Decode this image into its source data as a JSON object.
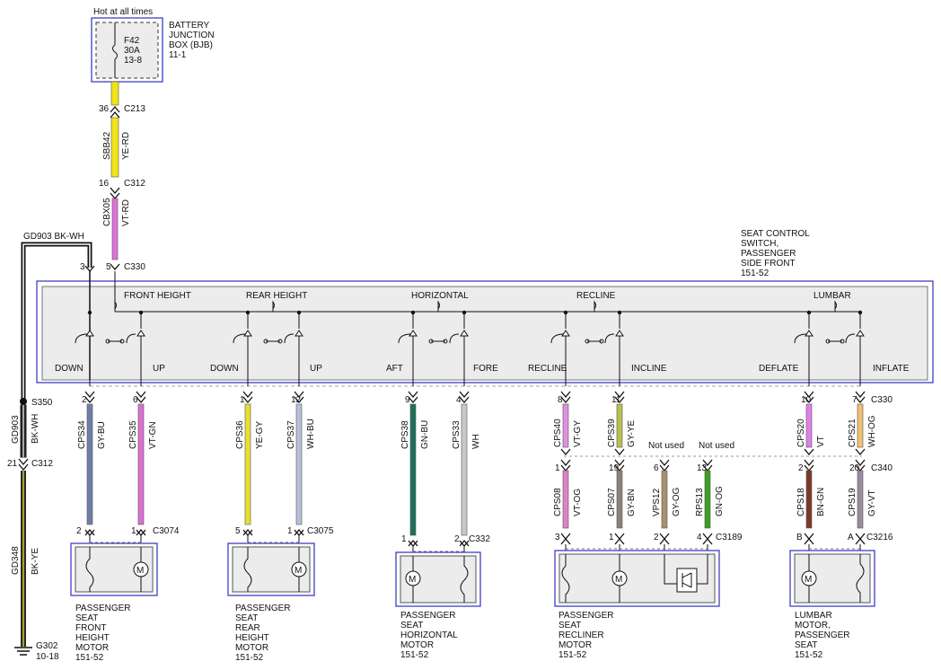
{
  "fuse_box": {
    "header": "Hot at all times",
    "fuse": [
      "F42",
      "30A",
      "13-8"
    ],
    "title": [
      "BATTERY",
      "JUNCTION",
      "BOX (BJB)",
      "11-1"
    ]
  },
  "feed": {
    "pin_top": "36",
    "conn_top": "C213",
    "circuit1": "SBB42",
    "color1": "YE-RD",
    "pin_mid": "16",
    "conn_mid": "C312",
    "circuit2": "CBX05",
    "color2": "VT-RD",
    "pin_sw_gnd": "3",
    "pin_sw_feed": "5",
    "conn_sw": "C330"
  },
  "ground_circuit": {
    "top_label": "GD903  BK-WH",
    "splice": "S350",
    "circuit_upper": "GD903",
    "color_upper": "BK-WH",
    "pin": "21",
    "conn": "C312",
    "circuit_lower": "GD348",
    "color_lower": "BK-YE",
    "ground": "G302",
    "ground_ref": "10-18"
  },
  "switch": {
    "title": [
      "SEAT CONTROL",
      "SWITCH,",
      "PASSENGER",
      "SIDE FRONT",
      "151-52"
    ],
    "sections": [
      "FRONT HEIGHT",
      "REAR HEIGHT",
      "HORIZONTAL",
      "RECLINE",
      "LUMBAR"
    ],
    "positions": [
      "DOWN",
      "UP",
      "DOWN",
      "UP",
      "AFT",
      "FORE",
      "RECLINE",
      "INCLINE",
      "DEFLATE",
      "INFLATE"
    ],
    "bottom_conn": "C330"
  },
  "wires": [
    {
      "pin": "2",
      "circuit": "CPS34",
      "color": "GY-BU"
    },
    {
      "pin": "6",
      "circuit": "CPS35",
      "color": "VT-GN"
    },
    {
      "pin": "1",
      "circuit": "CPS36",
      "color": "YE-GY"
    },
    {
      "pin": "12",
      "circuit": "CPS37",
      "color": "WH-BU"
    },
    {
      "pin": "9",
      "circuit": "CPS38",
      "color": "GN-BU"
    },
    {
      "pin": "4",
      "circuit": "CPS33",
      "color": "WH"
    },
    {
      "pin": "8",
      "circuit": "CPS40",
      "color": "VT-GY"
    },
    {
      "pin": "11",
      "circuit": "CPS39",
      "color": "GY-YE"
    },
    {
      "pin": "10",
      "circuit": "CPS20",
      "color": "VT"
    },
    {
      "pin": "7",
      "circuit": "CPS21",
      "color": "WH-OG"
    }
  ],
  "recliner_harness": {
    "not_used": "Not used",
    "wires": [
      {
        "pin_top": "1",
        "circuit": "CPS08",
        "color": "VT-OG",
        "pin_bottom": "3"
      },
      {
        "pin_top": "19",
        "circuit": "CPS07",
        "color": "GY-BN",
        "pin_bottom": "1"
      },
      {
        "pin_top": "6",
        "circuit": "VPS12",
        "color": "GY-OG",
        "pin_bottom": "2"
      },
      {
        "pin_top": "13",
        "circuit": "RPS13",
        "color": "GN-OG",
        "pin_bottom": "4"
      }
    ],
    "conn": "C3189"
  },
  "lumbar_harness": {
    "conn_top": "C340",
    "wires": [
      {
        "pin_top": "2",
        "circuit": "CPS18",
        "color": "BN-GN",
        "pin_bottom": "B"
      },
      {
        "pin_top": "20",
        "circuit": "CPS19",
        "color": "GY-VT",
        "pin_bottom": "A"
      }
    ],
    "conn": "C3216"
  },
  "motor_pins": {
    "front": {
      "a": "2",
      "b": "1",
      "conn": "C3074"
    },
    "rear": {
      "a": "5",
      "b": "1",
      "conn": "C3075"
    },
    "horizontal": {
      "a": "1",
      "b": "2",
      "conn": "C332"
    }
  },
  "motors": {
    "front": [
      "PASSENGER",
      "SEAT",
      "FRONT",
      "HEIGHT",
      "MOTOR",
      "151-52"
    ],
    "rear": [
      "PASSENGER",
      "SEAT",
      "REAR",
      "HEIGHT",
      "MOTOR",
      "151-52"
    ],
    "horizontal": [
      "PASSENGER",
      "SEAT",
      "HORIZONTAL",
      "MOTOR",
      "151-52"
    ],
    "recliner": [
      "PASSENGER",
      "SEAT",
      "RECLINER",
      "MOTOR",
      "151-52"
    ],
    "lumbar": [
      "LUMBAR",
      "MOTOR,",
      "PASSENGER",
      "SEAT",
      "151-52"
    ]
  },
  "motor_symbol": "M",
  "colors": {
    "YE-RD": "#f2e21a",
    "VT-RD": "#e070d8",
    "GY-BU": "#6f7fa8",
    "VT-GN": "#d970d0",
    "YE-GY": "#e8e030",
    "WH-BU": "#b8c0d8",
    "GN-BU": "#1f6f5a",
    "WH": "#c8c8c8",
    "VT-GY": "#e090e0",
    "GY-YE": "#b8c050",
    "VT": "#e080e8",
    "WH-OG": "#f0c070",
    "VT-OG": "#e080c8",
    "GY-BN": "#8a8078",
    "GY-OG": "#a89070",
    "GN-OG": "#39a020",
    "BN-GN": "#7a3a2a",
    "GY-VT": "#9a8aa0",
    "BK-YE": "#2a2a2a",
    "frame": "#3030c0"
  }
}
